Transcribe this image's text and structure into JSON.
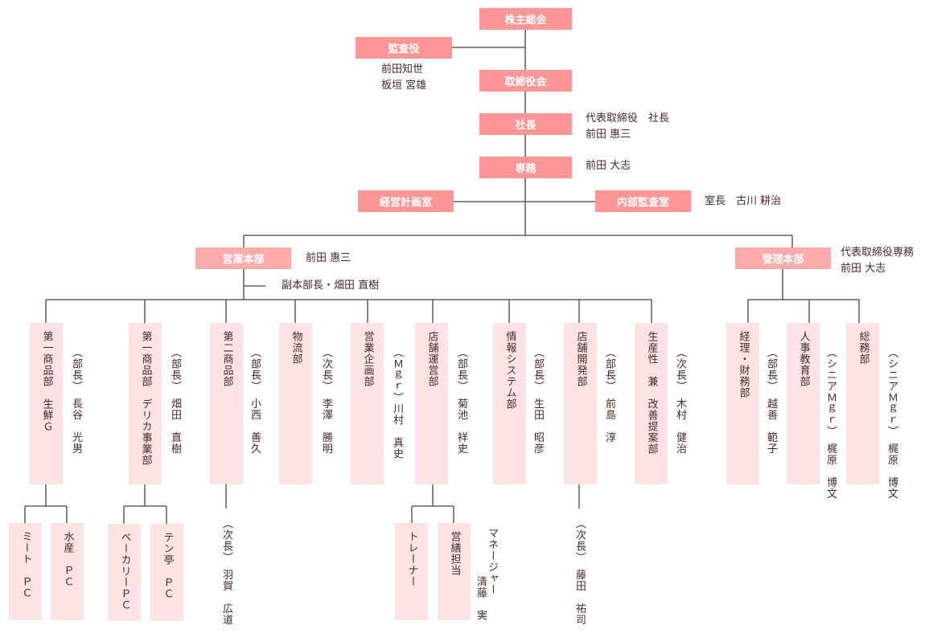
{
  "colors": {
    "top_box": "#ff9696",
    "honbu_box": "#ffabab",
    "dept_box": "#fde3e3",
    "line": "#5a3a3a",
    "text": "#4a2828"
  },
  "top": {
    "shareholders": "株主総会",
    "auditor": "監査役",
    "auditor_names": [
      "前田知世",
      "板垣 宮雄"
    ],
    "board": "取締役会",
    "president": "社長",
    "president_title": "代表取締役　社長",
    "president_name": "前田 惠三",
    "senmu": "専務",
    "senmu_name": "前田 大志",
    "planning": "経営計画室",
    "internal_audit": "内部監査室",
    "internal_audit_head": "室長　古川 耕治"
  },
  "sales": {
    "label": "営業本部",
    "head": "前田 惠三",
    "deputy": "副本部長・畑田 直樹",
    "depts": [
      {
        "label": "第一商品部　生鮮Ｇ",
        "person": "（部長）　長谷　光男"
      },
      {
        "label": "第一商品部　デリカ事業部",
        "person": "（部長）　畑田　直樹"
      },
      {
        "label": "第二商品部",
        "person": "（部長）　小西　善久"
      },
      {
        "label": "物流部",
        "person": "（次長）　李澤　勝明"
      },
      {
        "label": "営業企画部",
        "person": "（Ｍｇｒ）川村　真史"
      },
      {
        "label": "店舗運営部",
        "person": "（部長）　菊池　祥史"
      },
      {
        "label": "情報システム部",
        "person": "（部長）　生田　昭彦"
      },
      {
        "label": "店舗開発部",
        "person": "（部長）　前島　淳"
      },
      {
        "label": "生産性　兼　改善提案部",
        "person": "（次長）　木村　健治"
      }
    ],
    "sub": {
      "meat": "ミート　ＰＣ",
      "fish": "水産　ＰＣ",
      "bakery": "ベーカリーＰＣ",
      "tentei": "テン亭　ＰＣ",
      "dept2_sub": "（次長）　羽賀　広道",
      "trainer": "トレーナー",
      "maintenance": "営繕担当",
      "manager_title": "マネージャー",
      "manager_name": "清藤　実",
      "dev_sub": "（次長）　藤田　祐司"
    }
  },
  "admin": {
    "label": "管理本部",
    "head_title": "代表取締役専務",
    "head_name": "前田 大志",
    "depts": [
      {
        "label": "経理・財務部",
        "person": "（部長）　越善　範子"
      },
      {
        "label": "人事教育部",
        "person": "（シニアＭｇｒ）　梶原　博文"
      },
      {
        "label": "総務部",
        "person": "（シニアＭｇｒ）　梶原　博文"
      }
    ]
  }
}
